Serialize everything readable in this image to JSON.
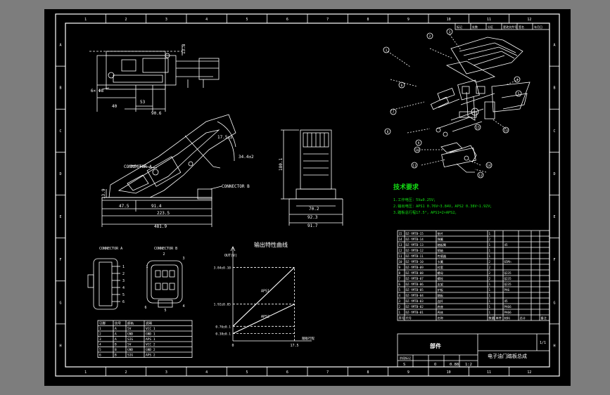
{
  "colors": {
    "canvas": "#7d7d7d",
    "sheet": "#000000",
    "line": "#ffffff",
    "note": "#14e014"
  },
  "frame": {
    "col_labels": [
      "1",
      "2",
      "3",
      "4",
      "5",
      "6",
      "7",
      "8",
      "9",
      "10",
      "11",
      "12"
    ],
    "row_labels": [
      "A",
      "B",
      "C",
      "D",
      "E",
      "F",
      "G",
      "H"
    ]
  },
  "top_view": {
    "dims": [
      "13.8",
      "40",
      "53",
      "90.6",
      "6× Φ8"
    ]
  },
  "side_view": {
    "connector_a": "CONNECTOR A",
    "connector_b": "CONNECTOR B",
    "angle_top": "17.5±2",
    "angle_side": "34.4±2",
    "dims": [
      "47.5",
      "91.4",
      "223.5",
      "481.9",
      "13.9"
    ]
  },
  "end_view": {
    "dims": [
      "180.1",
      "70.2",
      "92.3",
      "91.7"
    ]
  },
  "connector_views": {
    "left_label": "CONNECTOR A",
    "right_label": "CONNECTOR B",
    "pins_left": [
      "1",
      "2",
      "3",
      "4",
      "5",
      "6"
    ],
    "pins_right": [
      "1",
      "2",
      "3",
      "4",
      "5",
      "6"
    ]
  },
  "pin_table": {
    "header": [
      "引脚",
      "信号",
      "颜色",
      "说明"
    ],
    "rows": [
      [
        "1",
        "A",
        "5V",
        "VCC 1"
      ],
      [
        "2",
        "A",
        "GND",
        "GND 1"
      ],
      [
        "3",
        "A",
        "SIG",
        "APS 1"
      ],
      [
        "4",
        "B",
        "5V",
        "VCC 2"
      ],
      [
        "5",
        "B",
        "GND",
        "GND 2"
      ],
      [
        "6",
        "B",
        "SIG",
        "APS 2"
      ]
    ]
  },
  "output_chart": {
    "title": "输出特性曲线",
    "y_ticks": [
      "3.84±0.10",
      "1.92±0.05",
      "0.76±0.1",
      "0.38±0.1"
    ],
    "x_ticks": [
      "0",
      "17.5"
    ],
    "series_labels": [
      "APS1",
      "APS2"
    ],
    "y_unit": "OUT(V)",
    "x_unit": "踏板行程"
  },
  "chart_data": {
    "type": "line",
    "x": [
      0,
      17.5
    ],
    "series": [
      {
        "name": "APS1",
        "values": [
          0.76,
          3.84
        ]
      },
      {
        "name": "APS2",
        "values": [
          0.38,
          1.92
        ]
      }
    ],
    "ylim": [
      0,
      4.7
    ],
    "xlim": [
      0,
      20
    ]
  },
  "exploded_view": {
    "balloons": [
      "1",
      "2",
      "3",
      "4",
      "5",
      "6",
      "7",
      "8",
      "9",
      "10",
      "11",
      "12",
      "13",
      "14",
      "15"
    ]
  },
  "tech_req": {
    "title": "技术要求",
    "lines": [
      "1.工作电压：5V±0.25V；",
      "2.输出电压：APS1 0.76V~3.84V，APS2 0.38V~1.92V；",
      "3.踏板总行程17.5°，APS1=2×APS2。"
    ]
  },
  "bom": {
    "rows": [
      [
        "15",
        "DZ-YMTB-15",
        "垫片",
        "1",
        "",
        "",
        "",
        "",
        ""
      ],
      [
        "14",
        "DZ-YMTB-14",
        "弹簧",
        "2",
        "",
        "",
        "",
        "",
        ""
      ],
      [
        "13",
        "DZ-YMTB-13",
        "踏板臂",
        "1",
        "",
        "45",
        "",
        "",
        ""
      ],
      [
        "12",
        "DZ-YMTB-12",
        "销轴",
        "1",
        "",
        "",
        "",
        "",
        ""
      ],
      [
        "11",
        "DZ-YMTB-11",
        "传感器",
        "1",
        "",
        "",
        "",
        "",
        ""
      ],
      [
        "10",
        "DZ-YMTB-10",
        "卡簧",
        "2",
        "",
        "65Mn",
        "",
        "",
        ""
      ],
      [
        "9",
        "DZ-YMTB-09",
        "衬套",
        "2",
        "",
        "",
        "",
        "",
        ""
      ],
      [
        "8",
        "DZ-YMTB-08",
        "螺母",
        "2",
        "",
        "Q235",
        "",
        "",
        ""
      ],
      [
        "7",
        "DZ-YMTB-07",
        "螺栓",
        "2",
        "",
        "Q235",
        "",
        "",
        ""
      ],
      [
        "6",
        "DZ-YMTB-06",
        "支架",
        "1",
        "",
        "Q235",
        "",
        "",
        ""
      ],
      [
        "5",
        "DZ-YMTB-05",
        "护板",
        "1",
        "",
        "PA6",
        "",
        "",
        ""
      ],
      [
        "4",
        "DZ-YMTB-04",
        "踏板",
        "1",
        "",
        "",
        "",
        "",
        ""
      ],
      [
        "3",
        "DZ-YMTB-03",
        "连杆",
        "1",
        "",
        "45",
        "",
        "",
        ""
      ],
      [
        "2",
        "DZ-YMTB-02",
        "底座",
        "1",
        "",
        "PA66",
        "",
        "",
        ""
      ],
      [
        "1",
        "DZ-YMTB-01",
        "壳体",
        "1",
        "",
        "PA66",
        "",
        "",
        ""
      ]
    ],
    "header": [
      "序号",
      "代号",
      "名称",
      "数量",
      "单件",
      "材料",
      "总计",
      "",
      "备注"
    ]
  },
  "title_block": {
    "part_label": "部件",
    "drawing_name": "电子油门踏板总成",
    "sheet": "1/1",
    "stage_label": "阶段标记",
    "stage_cells": [
      "S",
      "",
      "O",
      "0.88",
      "1:2"
    ],
    "top_labels": [
      "标记",
      "处数",
      "分区",
      "更改文件号",
      "签名",
      "年月日"
    ]
  }
}
